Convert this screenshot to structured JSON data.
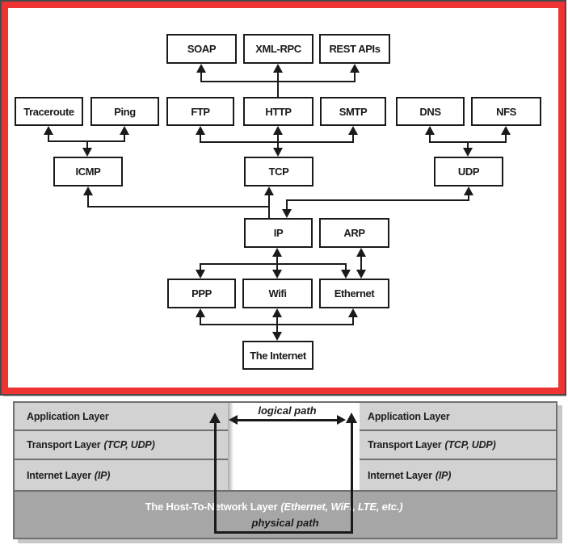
{
  "colors": {
    "frame_red": "#ee3333",
    "line": "#1a1a1a",
    "node_fill": "#ffffff",
    "layer_fill": "#d2d2d2",
    "host_band_fill": "#a6a6a6",
    "host_band_text": "#ffffff",
    "panel_shadow": "#c8c8c8"
  },
  "protocol_graph": {
    "nodes": {
      "soap": "SOAP",
      "xmlrpc": "XML-RPC",
      "rest": "REST APIs",
      "traceroute": "Traceroute",
      "ping": "Ping",
      "ftp": "FTP",
      "http": "HTTP",
      "smtp": "SMTP",
      "dns": "DNS",
      "nfs": "NFS",
      "icmp": "ICMP",
      "tcp": "TCP",
      "udp": "UDP",
      "ip": "IP",
      "arp": "ARP",
      "ppp": "PPP",
      "wifi": "Wifi",
      "ethernet": "Ethernet",
      "internet": "The Internet"
    }
  },
  "stack_panel": {
    "rows": [
      {
        "name": "Application Layer",
        "detail": ""
      },
      {
        "name": "Transport Layer",
        "detail": "(TCP, UDP)"
      },
      {
        "name": "Internet Layer",
        "detail": "(IP)"
      }
    ],
    "host_layer": {
      "name": "The Host-To-Network Layer",
      "detail": "(Ethernet, WiFi, LTE, etc.)"
    },
    "logical_path_label": "logical path",
    "physical_path_label": "physical path"
  }
}
